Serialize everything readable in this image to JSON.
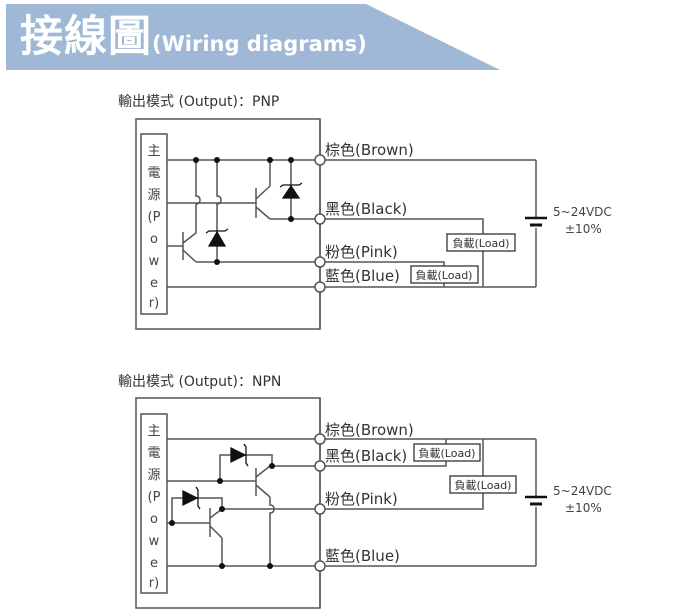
{
  "banner": {
    "title_cjk": "接線圖",
    "title_en": "(Wiring diagrams)",
    "color": "#9fb8d6"
  },
  "diagrams": [
    {
      "mode_label": "輸出模式 (Output)：PNP",
      "power_label": [
        "主",
        "電",
        "源",
        "(P",
        "o",
        "w",
        "e",
        "r)"
      ],
      "wires": [
        {
          "label": "棕色(Brown)"
        },
        {
          "label": "黑色(Black)"
        },
        {
          "label": "粉色(Pink)"
        },
        {
          "label": "藍色(Blue)"
        }
      ],
      "loads": [
        "負載(Load)",
        "負載(Load)"
      ],
      "supply": {
        "voltage": "5~24VDC",
        "tolerance": "±10%"
      }
    },
    {
      "mode_label": "輸出模式 (Output)：NPN",
      "power_label": [
        "主",
        "電",
        "源",
        "(P",
        "o",
        "w",
        "e",
        "r)"
      ],
      "wires": [
        {
          "label": "棕色(Brown)"
        },
        {
          "label": "黑色(Black)"
        },
        {
          "label": "粉色(Pink)"
        },
        {
          "label": "藍色(Blue)"
        }
      ],
      "loads": [
        "負載(Load)",
        "負載(Load)"
      ],
      "supply": {
        "voltage": "5~24VDC",
        "tolerance": "±10%"
      }
    }
  ]
}
